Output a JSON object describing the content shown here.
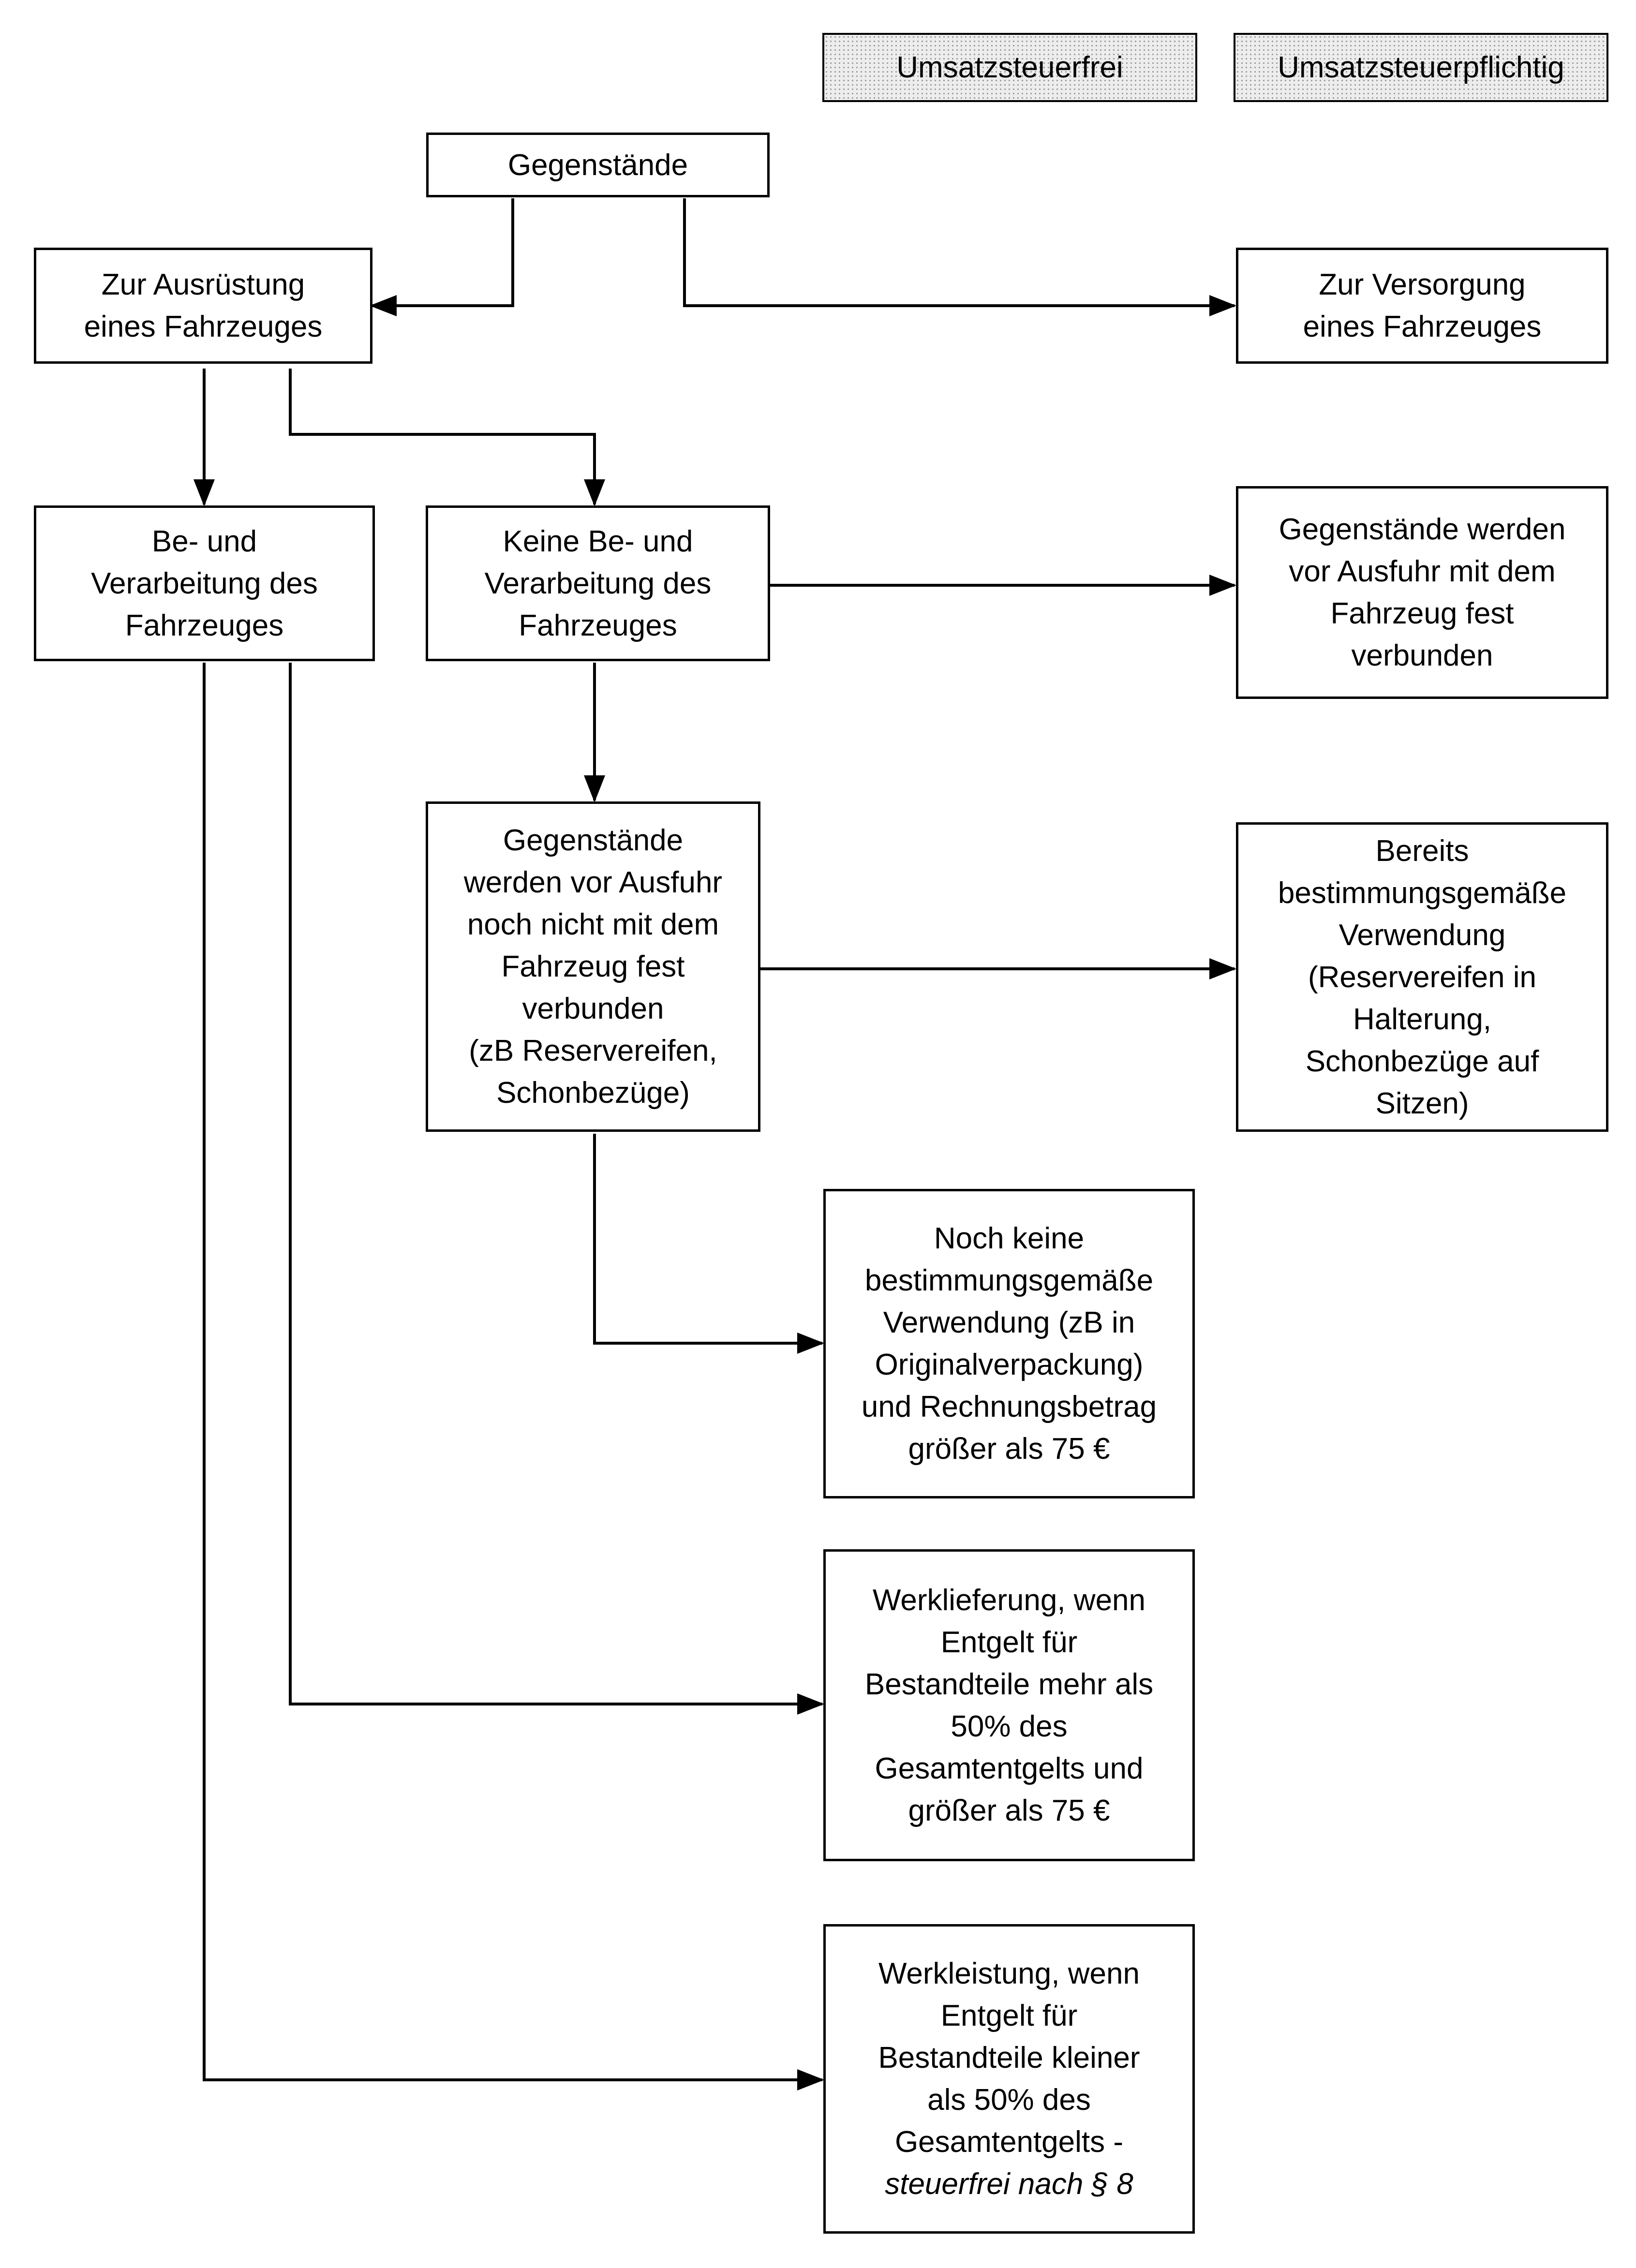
{
  "legend": {
    "tax_free": "Umsatzsteuerfrei",
    "taxable": "Umsatzsteuerpflichtig"
  },
  "nodes": {
    "gegenstaende": "Gegenstände",
    "ausruestung": "Zur Ausrüstung\neines Fahrzeuges",
    "versorgung": "Zur Versorgung\neines Fahrzeuges",
    "bearbeitung": "Be- und\nVerarbeitung des\nFahrzeuges",
    "keine_bearbeitung": "Keine Be- und\nVerarbeitung des\nFahrzeuges",
    "fest_verbunden": "Gegenstände werden\nvor Ausfuhr mit dem\nFahrzeug fest\nverbunden",
    "nicht_verbunden": "Gegenstände\nwerden vor Ausfuhr\nnoch nicht mit dem\nFahrzeug fest\nverbunden\n(zB Reservereifen,\nSchonbezüge)",
    "bereits_verwendung": "Bereits\nbestimmungsgemäße\nVerwendung\n(Reservereifen in\nHalterung,\nSchonbezüge auf\nSitzen)",
    "noch_keine_verwendung": "Noch keine\nbestimmungsgemäße\nVerwendung (zB in\nOriginalverpackung)\nund Rechnungsbetrag\ngrößer als 75 €",
    "werklieferung": "Werklieferung, wenn\nEntgelt für\nBestandteile mehr als\n50% des\nGesamtentgelts und\ngrößer als 75 €",
    "werkleistung": "Werkleistung, wenn\nEntgelt für\nBestandteile kleiner\nals 50% des\nGesamtentgelts -",
    "werkleistung_note": "steuerfrei nach § 8"
  },
  "colors": {
    "line": "#000000",
    "box_fill": "#ffffff",
    "legend_fill": "#ededed"
  }
}
